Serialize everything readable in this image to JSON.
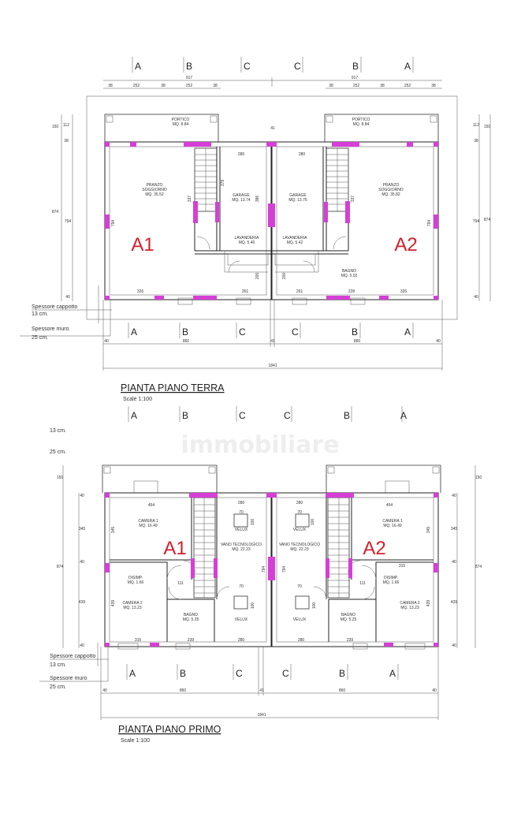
{
  "watermark": "immobiliare",
  "ground_floor": {
    "title": "PIANTA PIANO TERRA",
    "scale": "Scale 1:100",
    "axis_top": [
      "A",
      "B",
      "C",
      "C",
      "B",
      "A"
    ],
    "axis_bottom": [
      "A",
      "B",
      "C",
      "C",
      "B",
      "A"
    ],
    "dims_top": {
      "left_total": "917",
      "right_total": "917",
      "left_segments": [
        "38",
        "252",
        "38",
        "252",
        "38"
      ],
      "right_segments": [
        "38",
        "252",
        "38",
        "252",
        "38"
      ]
    },
    "dims_bottom": {
      "left": "40",
      "unit_left": "860",
      "middle": "41",
      "unit_right": "860",
      "right": "40",
      "total": "1841"
    },
    "side_dims_left": [
      "150",
      "112",
      "38",
      "874",
      "794",
      "40"
    ],
    "side_dims_right": [
      "150",
      "112",
      "38",
      "874",
      "794",
      "40"
    ],
    "party_wall_gap": "41",
    "notes": [
      "Spessore cappotto",
      "13 cm.",
      "Spessore muro",
      "25 cm."
    ],
    "units": [
      "A1",
      "A2"
    ],
    "rooms_left": {
      "portico": {
        "name": "PORTICO",
        "area": "MQ. 8.84"
      },
      "pranzo": {
        "name1": "PRANZO",
        "name2": "SOGGIORNO",
        "area": "MQ. 35.52"
      },
      "garage": {
        "name": "GARAGE",
        "area": "MQ. 13.74"
      },
      "lavanderia": {
        "name": "LAVANDERIA",
        "area": "MQ. 5.40"
      },
      "dims": {
        "w_garage": "280",
        "w_soggiorno": "326",
        "w_lav": "261",
        "h_lav": "200",
        "h_total": "794",
        "h_stair": "337",
        "h_garage": "378",
        "h_garage2": "386"
      }
    },
    "rooms_right": {
      "portico": {
        "name": "PORTICO",
        "area": "MQ. 8.84"
      },
      "pranzo": {
        "name1": "PRANZO",
        "name2": "SOGGIORNO",
        "area": "MQ. 35.82"
      },
      "garage": {
        "name": "GARAGE",
        "area": "MQ. 13.76"
      },
      "lavanderia": {
        "name": "LAVANDERIA",
        "area": "MQ. 5.42"
      },
      "bagno": {
        "name": "BAGNO",
        "area": "MQ. 5.02"
      },
      "dims": {
        "w_garage": "280",
        "w_soggiorno": "326",
        "w_lav": "261",
        "w_bagno": "228",
        "h_lav": "200",
        "h_total": "794",
        "h_stair": "337"
      }
    }
  },
  "first_floor": {
    "title": "PIANTA PIANO PRIMO",
    "scale": "Scale 1:100",
    "axis_top": [
      "A",
      "B",
      "C",
      "C",
      "B",
      "A"
    ],
    "axis_bottom": [
      "A",
      "B",
      "C",
      "C",
      "B",
      "A"
    ],
    "gap_notes": [
      "13 cm.",
      "25 cm."
    ],
    "dims_bottom": {
      "left": "40",
      "unit_left": "860",
      "middle": "41",
      "unit_right": "860",
      "right": "40",
      "total": "1841"
    },
    "side_dims_left": [
      "150",
      "40",
      "345",
      "874",
      "40",
      "439",
      "40"
    ],
    "side_dims_right": [
      "150",
      "40",
      "345",
      "874",
      "40",
      "439",
      "40"
    ],
    "notes": [
      "Spessore cappotto",
      "13 cm.",
      "Spessore muro",
      "25 cm."
    ],
    "units": [
      "A1",
      "A2"
    ],
    "rooms": {
      "camera1": {
        "name": "CAMERA 1",
        "area": "MQ. 16.49"
      },
      "camera2": {
        "name": "CAMERA 2",
        "area": "MQ. 13.23"
      },
      "disimp": {
        "name": "DISIMP.",
        "area": "MQ. 1.66"
      },
      "bagno": {
        "name": "BAGNO",
        "area": "MQ. 5.25"
      },
      "vano": {
        "name": "VANO TECNOLOGICO",
        "area": "MQ. 22.23"
      },
      "velux": "VELUX",
      "velux_w": "70",
      "velux_h": "100",
      "dims": {
        "w_camera1": "454",
        "w_vano": "280",
        "w_camera2": "315",
        "w_bagno": "239",
        "w_disimp": "111",
        "h_camera1": "345",
        "h_camera2": "439",
        "h_total": "794",
        "w_disimp_right": "315"
      }
    }
  },
  "colors": {
    "window": "#d63fd6",
    "unit_label": "#d4202a",
    "line": "#333333"
  }
}
